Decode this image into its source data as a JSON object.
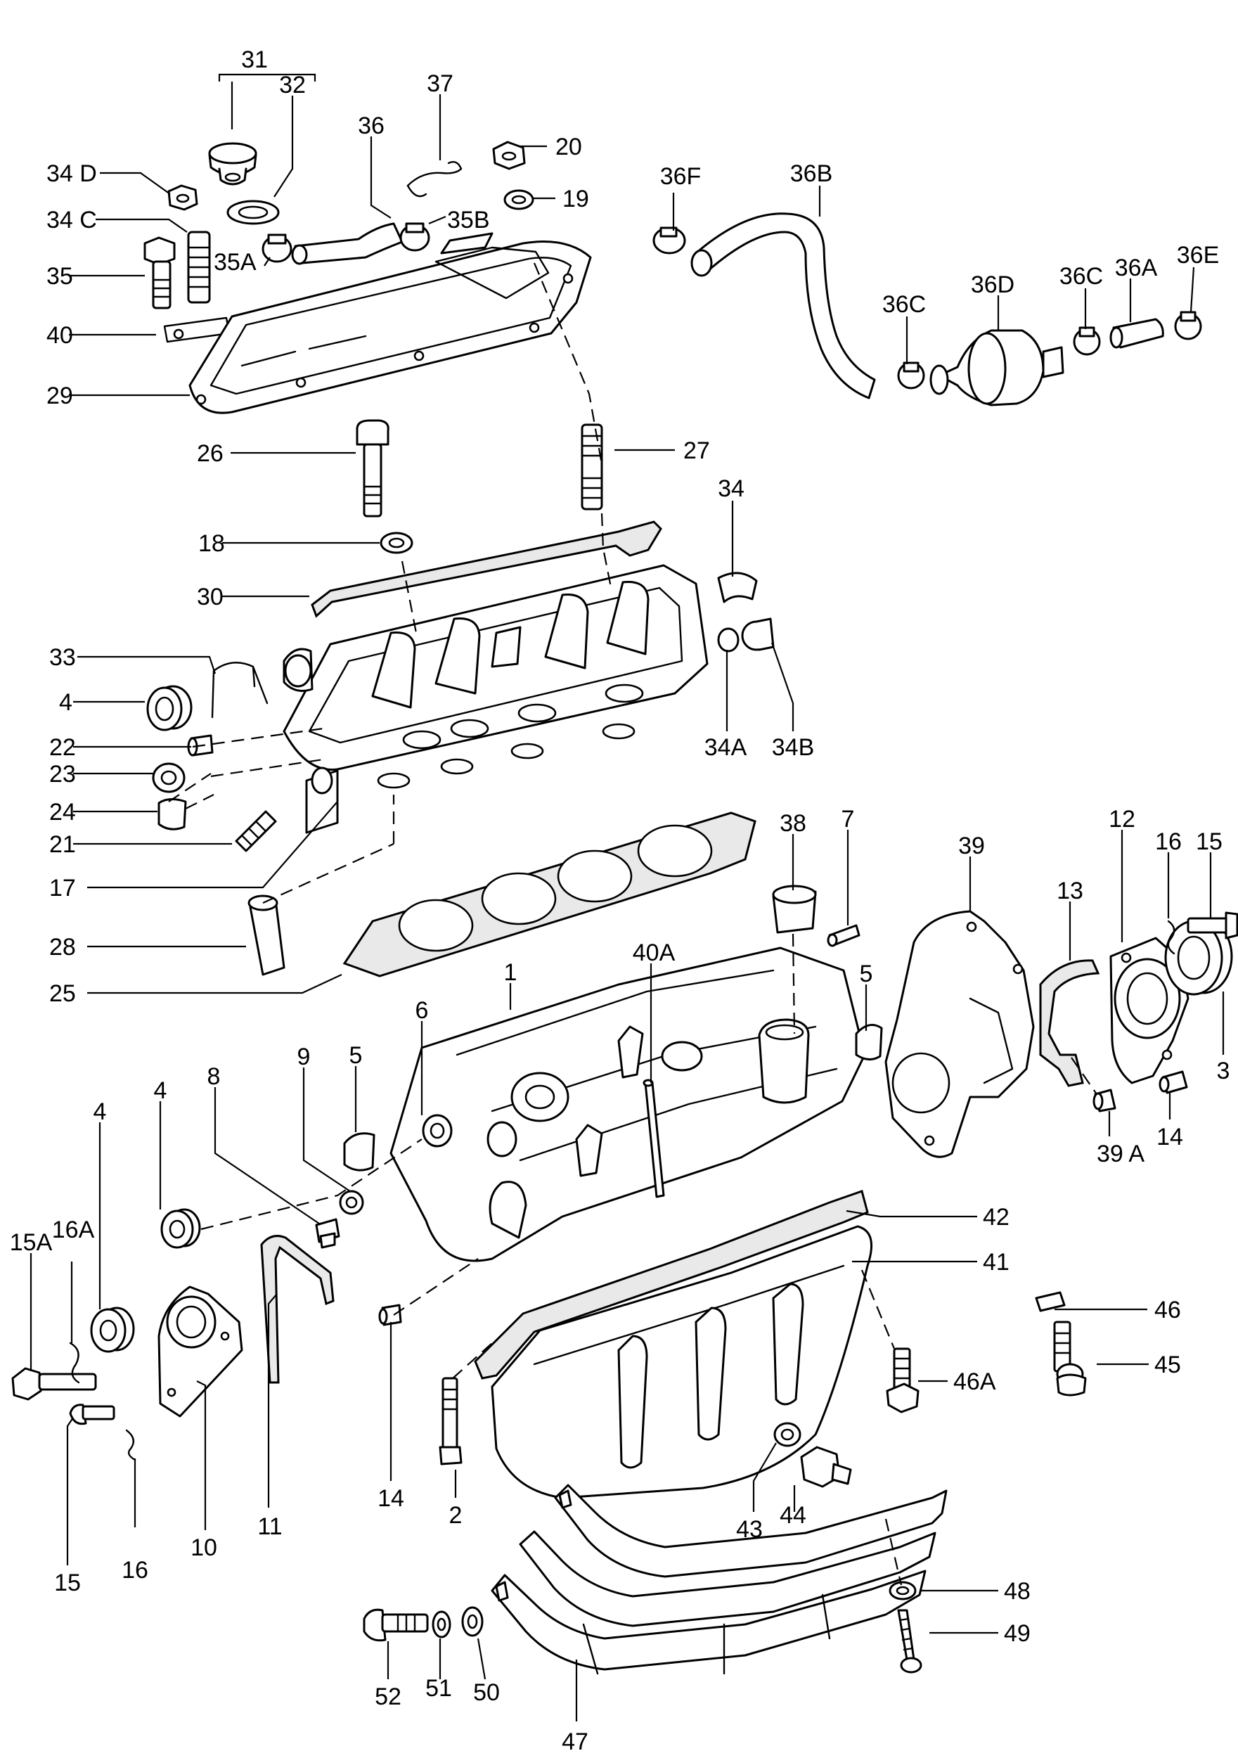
{
  "diagram": {
    "callouts": [
      {
        "id": "c31",
        "label": "31"
      },
      {
        "id": "c32",
        "label": "32"
      },
      {
        "id": "c37",
        "label": "37"
      },
      {
        "id": "c36",
        "label": "36"
      },
      {
        "id": "c20",
        "label": "20"
      },
      {
        "id": "c19",
        "label": "19"
      },
      {
        "id": "c34d",
        "label": "34 D"
      },
      {
        "id": "c34c",
        "label": "34 C"
      },
      {
        "id": "c35b",
        "label": "35B"
      },
      {
        "id": "c35a",
        "label": "35A"
      },
      {
        "id": "c35",
        "label": "35"
      },
      {
        "id": "c40",
        "label": "40"
      },
      {
        "id": "c29",
        "label": "29"
      },
      {
        "id": "c36f",
        "label": "36F"
      },
      {
        "id": "c36b",
        "label": "36B"
      },
      {
        "id": "c36c1",
        "label": "36C"
      },
      {
        "id": "c36d",
        "label": "36D"
      },
      {
        "id": "c36c2",
        "label": "36C"
      },
      {
        "id": "c36a",
        "label": "36A"
      },
      {
        "id": "c36e",
        "label": "36E"
      },
      {
        "id": "c26",
        "label": "26"
      },
      {
        "id": "c27",
        "label": "27"
      },
      {
        "id": "c18",
        "label": "18"
      },
      {
        "id": "c30",
        "label": "30"
      },
      {
        "id": "c34",
        "label": "34"
      },
      {
        "id": "c33",
        "label": "33"
      },
      {
        "id": "c4a",
        "label": "4"
      },
      {
        "id": "c22",
        "label": "22"
      },
      {
        "id": "c23",
        "label": "23"
      },
      {
        "id": "c24",
        "label": "24"
      },
      {
        "id": "c21",
        "label": "21"
      },
      {
        "id": "c17",
        "label": "17"
      },
      {
        "id": "c34a",
        "label": "34A"
      },
      {
        "id": "c34b",
        "label": "34B"
      },
      {
        "id": "c38",
        "label": "38"
      },
      {
        "id": "c7",
        "label": "7"
      },
      {
        "id": "c39",
        "label": "39"
      },
      {
        "id": "c13",
        "label": "13"
      },
      {
        "id": "c12",
        "label": "12"
      },
      {
        "id": "c16a",
        "label": "16"
      },
      {
        "id": "c15a",
        "label": "15"
      },
      {
        "id": "c28",
        "label": "28"
      },
      {
        "id": "c25",
        "label": "25"
      },
      {
        "id": "c40a",
        "label": "40A"
      },
      {
        "id": "c1",
        "label": "1"
      },
      {
        "id": "c5a",
        "label": "5"
      },
      {
        "id": "c3",
        "label": "3"
      },
      {
        "id": "c6",
        "label": "6"
      },
      {
        "id": "c9",
        "label": "9"
      },
      {
        "id": "c5b",
        "label": "5"
      },
      {
        "id": "c8",
        "label": "8"
      },
      {
        "id": "c4b",
        "label": "4"
      },
      {
        "id": "c4c",
        "label": "4"
      },
      {
        "id": "c39a",
        "label": "39 A"
      },
      {
        "id": "c14a",
        "label": "14"
      },
      {
        "id": "c42",
        "label": "42"
      },
      {
        "id": "c41",
        "label": "41"
      },
      {
        "id": "c15b",
        "label": "15A"
      },
      {
        "id": "c16b",
        "label": "16A"
      },
      {
        "id": "c46",
        "label": "46"
      },
      {
        "id": "c45",
        "label": "45"
      },
      {
        "id": "c46a",
        "label": "46A"
      },
      {
        "id": "c11",
        "label": "11"
      },
      {
        "id": "c14b",
        "label": "14"
      },
      {
        "id": "c2",
        "label": "2"
      },
      {
        "id": "c43",
        "label": "43"
      },
      {
        "id": "c44",
        "label": "44"
      },
      {
        "id": "c10",
        "label": "10"
      },
      {
        "id": "c16c",
        "label": "16"
      },
      {
        "id": "c15c",
        "label": "15"
      },
      {
        "id": "c48",
        "label": "48"
      },
      {
        "id": "c49",
        "label": "49"
      },
      {
        "id": "c52",
        "label": "52"
      },
      {
        "id": "c51",
        "label": "51"
      },
      {
        "id": "c50",
        "label": "50"
      },
      {
        "id": "c47",
        "label": "47"
      }
    ]
  }
}
